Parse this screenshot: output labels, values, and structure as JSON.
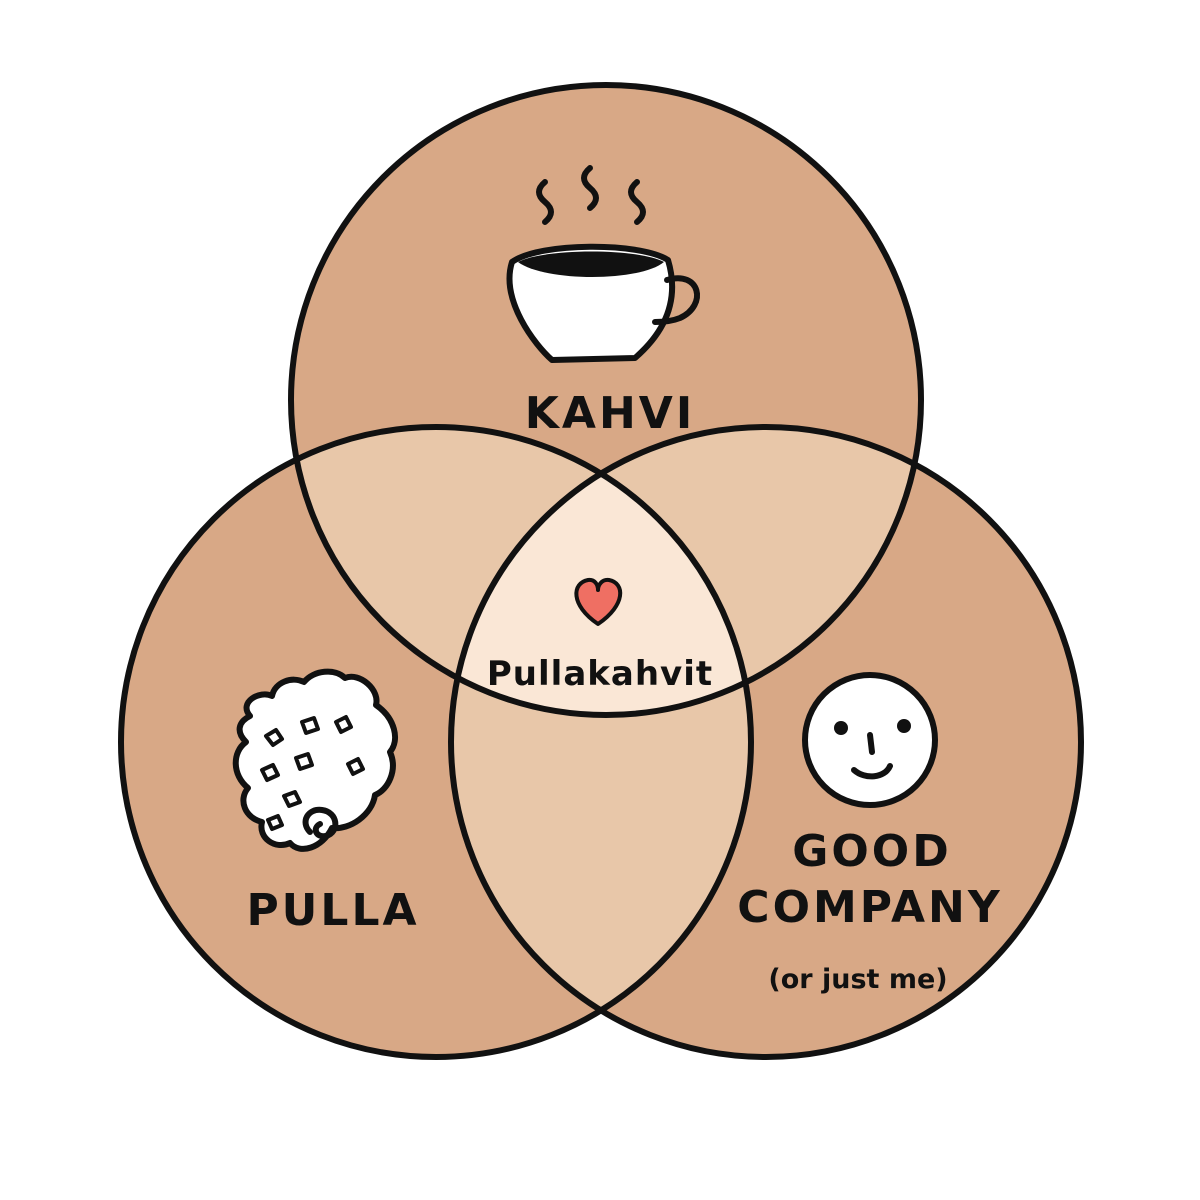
{
  "colors": {
    "ring_fill": "#d8a886",
    "pair_overlap": "#e8c7a9",
    "center_overlap": "#fae7d6",
    "outline": "#111111",
    "heart": "#ef6f63"
  },
  "sets": {
    "top": {
      "label": "KAHVI",
      "icon": "coffee-cup-icon"
    },
    "left": {
      "label": "PULLA",
      "icon": "cinnamon-bun-icon"
    },
    "right": {
      "label_line1": "GOOD",
      "label_line2": "COMPANY",
      "note": "(or just me)",
      "icon": "smiley-face-icon"
    }
  },
  "intersection": {
    "label": "Pullakahvit",
    "icon": "heart-icon"
  }
}
